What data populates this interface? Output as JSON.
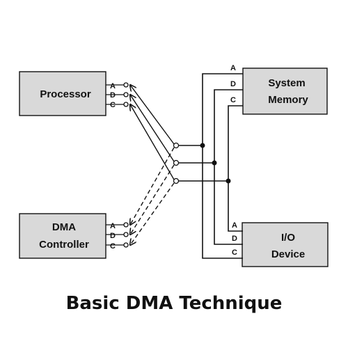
{
  "diagram": {
    "title": "Basic DMA Technique",
    "processor": {
      "label": "Processor"
    },
    "dma_controller": {
      "line1": "DMA",
      "line2": "Controller"
    },
    "system_memory": {
      "line1": "System",
      "line2": "Memory"
    },
    "io_device": {
      "line1": "I/O",
      "line2": "Device"
    },
    "bus_labels": {
      "a": "A",
      "d": "D",
      "c": "C"
    },
    "colors": {
      "box_fill": "#d9d9d9",
      "stroke": "#111111",
      "background": "#ffffff"
    }
  }
}
